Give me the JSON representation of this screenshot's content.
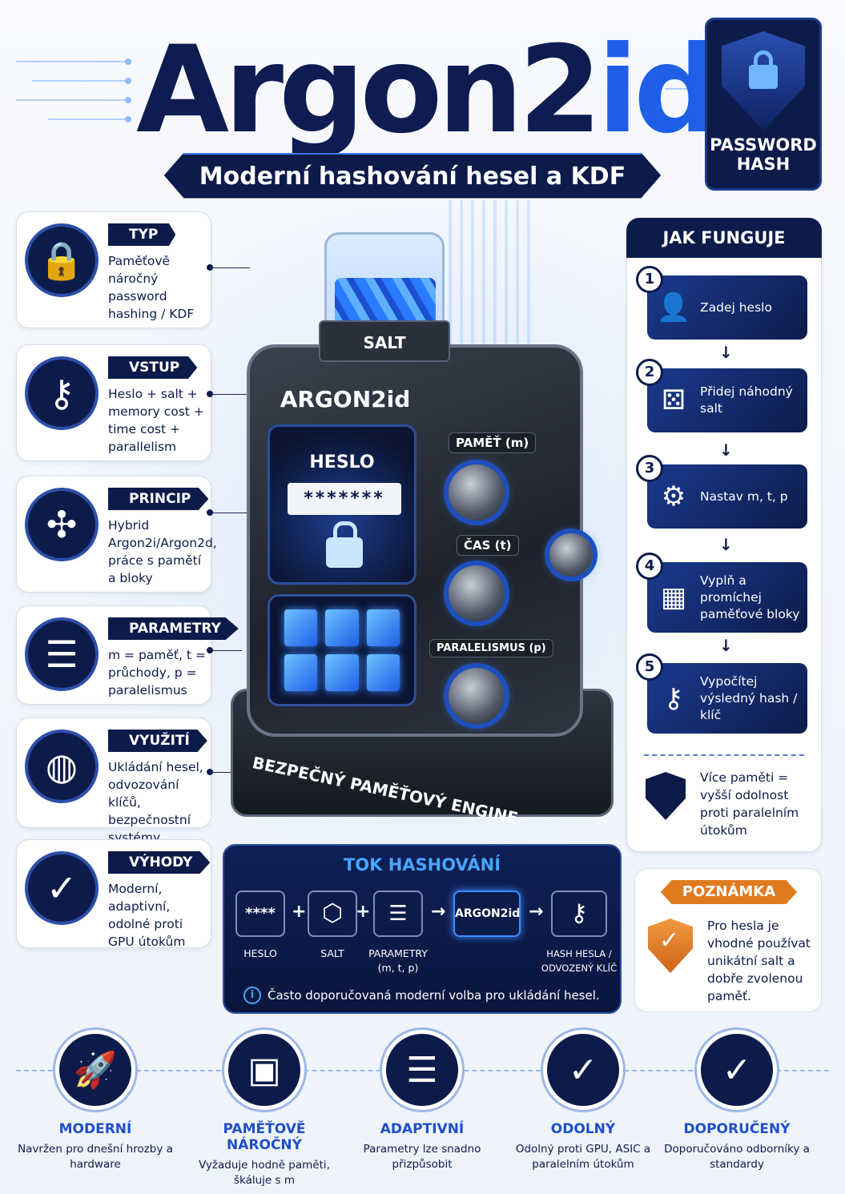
{
  "header": {
    "title_part1": "Argon2",
    "title_part2": "id",
    "subtitle": "Moderní hashování hesel a KDF"
  },
  "badge": {
    "line1": "PASSWORD",
    "line2": "HASH",
    "icon": "lock-shield-icon"
  },
  "left_cards": [
    {
      "tag": "TYP",
      "text": "Paměťově náročný password hashing / KDF",
      "icon": "lock-icon"
    },
    {
      "tag": "VSTUP",
      "text": "Heslo + salt + memory cost + time cost + parallelism",
      "icon": "key-icon"
    },
    {
      "tag": "PRINCIP",
      "text": "Hybrid Argon2i/Argon2d, práce s pamětí a bloky",
      "icon": "network-icon"
    },
    {
      "tag": "PARAMETRY",
      "text": "m = paměť, t = průchody, p = paralelismus",
      "icon": "sliders-icon"
    },
    {
      "tag": "VYUŽITÍ",
      "text": "Ukládání hesel, odvozování klíčů, bezpečnostní systémy",
      "icon": "globe-icon"
    },
    {
      "tag": "VÝHODY",
      "text": "Moderní, adaptivní, odolné proti GPU útokům",
      "icon": "shield-check-icon"
    }
  ],
  "device": {
    "salt_label": "SALT",
    "brand": "ARGON2id",
    "screen_label": "HESLO",
    "password_mask": "*******",
    "knob_memory": "PAMĚŤ (m)",
    "knob_time": "ČAS (t)",
    "knob_parallel": "PARALELISMUS (p)",
    "base_label": "BEZPEČNÝ PAMĚŤOVÝ ENGINE"
  },
  "how_it_works": {
    "title": "JAK FUNGUJE",
    "steps": [
      {
        "num": "1",
        "text": "Zadej heslo",
        "icon": "user-icon"
      },
      {
        "num": "2",
        "text": "Přidej náhodný salt",
        "icon": "dice-icon"
      },
      {
        "num": "3",
        "text": "Nastav m, t, p",
        "icon": "gear-icon"
      },
      {
        "num": "4",
        "text": "Vyplň a promíchej paměťové bloky",
        "icon": "grid-icon"
      },
      {
        "num": "5",
        "text": "Vypočítej výsledný hash / klíč",
        "icon": "key-icon"
      }
    ],
    "note": "Více paměti = vyšší odolnost proti paralelním útokům"
  },
  "poznamka": {
    "title": "POZNÁMKA",
    "text": "Pro hesla je vhodné používat unikátní salt a dobře zvolenou paměť."
  },
  "flow": {
    "title": "TOK HASHOVÁNÍ",
    "node_password": "****",
    "node_argon": "ARGON2id",
    "label_password": "HESLO",
    "label_salt": "SALT",
    "label_params_1": "PARAMETRY",
    "label_params_2": "(m, t, p)",
    "label_hash_1": "HASH HESLA /",
    "label_hash_2": "ODVOZENÝ KLÍČ",
    "info": "Často doporučovaná moderní volba pro ukládání hesel."
  },
  "features": [
    {
      "title": "MODERNÍ",
      "desc": "Navržen pro dnešní hrozby a hardware",
      "icon": "rocket-icon"
    },
    {
      "title": "PAMĚŤOVĚ NÁROČNÝ",
      "desc": "Vyžaduje hodně paměti, škáluje s m",
      "icon": "chip-icon"
    },
    {
      "title": "ADAPTIVNÍ",
      "desc": "Parametry lze snadno přizpůsobit",
      "icon": "sliders-icon"
    },
    {
      "title": "ODOLNÝ",
      "desc": "Odolný proti GPU, ASIC a paralelním útokům",
      "icon": "shield-check-icon"
    },
    {
      "title": "DOPORUČENÝ",
      "desc": "Doporučováno odborníky a standardy",
      "icon": "shield-check-icon"
    }
  ]
}
